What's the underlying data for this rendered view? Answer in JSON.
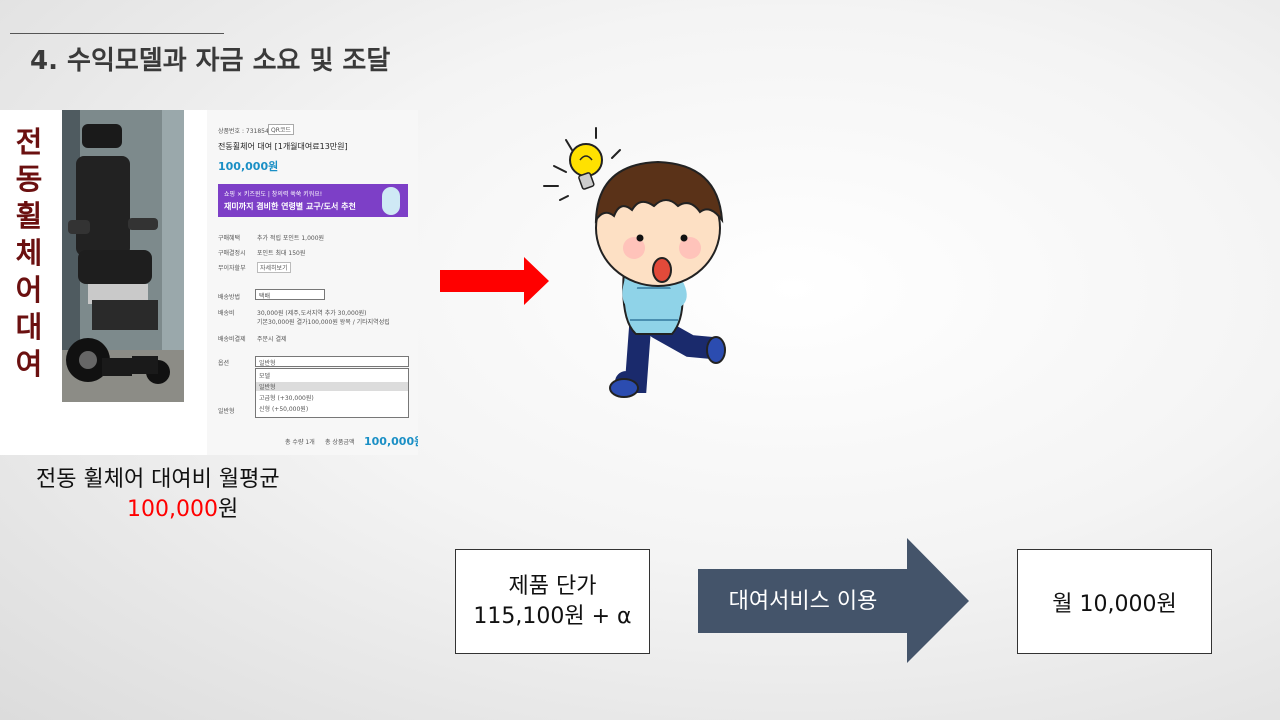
{
  "slide": {
    "title": "4. 수익모델과 자금 소요 및 조달"
  },
  "product_shot": {
    "vertical_text": [
      "전",
      "동",
      "휠",
      "체",
      "어",
      "대",
      "여"
    ],
    "product_no": "상품번호 : 731854556",
    "qr": "QR코드",
    "name": "전동휠체어 대여 [1개월대여료13만원]",
    "price": "100,000원",
    "promo_line1": "쇼핑 × 키즈윈도 | 창의력 쑥쑥 키워요!",
    "promo_line2": "재미까지 겸비한 연령별 교구/도서 추천",
    "rows": [
      {
        "label": "구매혜택",
        "value": "추가 적립 포인트 1,000원"
      },
      {
        "label": "구매결정시",
        "value": "포인트 최대 150원"
      },
      {
        "label": "무이자할부",
        "value": "자세히보기"
      },
      {
        "label": "배송방법",
        "value": "택배"
      },
      {
        "label": "배송비",
        "value": "30,000원 (제주,도서지역 추가 30,000원)"
      },
      {
        "label": "",
        "value": "기본30,000원 결가100,000원 왕복 / 기타지역성립"
      },
      {
        "label": "배송비결제",
        "value": "주문시 결제"
      },
      {
        "label": "옵션",
        "value": "일반형"
      }
    ],
    "dropdown_options": [
      "모델",
      "일반형",
      "고급형 (+30,000원)",
      "신형 (+50,000원)"
    ],
    "option_selected": "일반형",
    "total_label": "총 수량 1개",
    "total_price_label": "총 상품금액",
    "total_price": "100,000원"
  },
  "caption": {
    "line1": "전동 휠체어 대여비 월평균",
    "amount": "100,000",
    "unit": "원"
  },
  "flow": {
    "box1_line1": "제품 단가",
    "box1_line2": "115,100원  + α",
    "arrow_label": "대여서비스 이용",
    "box2": "월 10,000원"
  },
  "colors": {
    "arrow_red": "#ff0000",
    "arrow_slate": "#44546a",
    "vertical_text": "#6b1010",
    "promo": "#7d3fc7",
    "price_blue": "#1a8fc5"
  }
}
